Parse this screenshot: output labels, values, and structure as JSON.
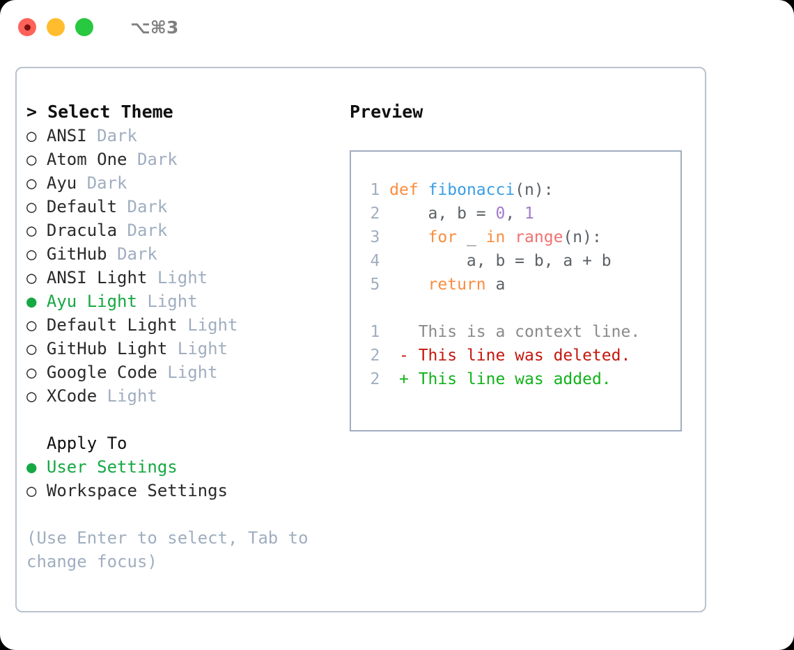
{
  "titlebar": {
    "traffic_lights": [
      "close",
      "minimize",
      "maximize"
    ],
    "shortcut": "⌥⌘3"
  },
  "left": {
    "header": "> Select Theme",
    "themes": [
      {
        "bullet": "○",
        "name": "ANSI",
        "variant": "Dark",
        "selected": false
      },
      {
        "bullet": "○",
        "name": "Atom One",
        "variant": "Dark",
        "selected": false
      },
      {
        "bullet": "○",
        "name": "Ayu",
        "variant": "Dark",
        "selected": false
      },
      {
        "bullet": "○",
        "name": "Default",
        "variant": "Dark",
        "selected": false
      },
      {
        "bullet": "○",
        "name": "Dracula",
        "variant": "Dark",
        "selected": false
      },
      {
        "bullet": "○",
        "name": "GitHub",
        "variant": "Dark",
        "selected": false
      },
      {
        "bullet": "○",
        "name": "ANSI Light",
        "variant": "Light",
        "selected": false
      },
      {
        "bullet": "●",
        "name": "Ayu Light",
        "variant": "Light",
        "selected": true
      },
      {
        "bullet": "○",
        "name": "Default Light",
        "variant": "Light",
        "selected": false
      },
      {
        "bullet": "○",
        "name": "GitHub Light",
        "variant": "Light",
        "selected": false
      },
      {
        "bullet": "○",
        "name": "Google Code",
        "variant": "Light",
        "selected": false
      },
      {
        "bullet": "○",
        "name": "XCode",
        "variant": "Light",
        "selected": false
      }
    ],
    "apply_to_header": "  Apply To",
    "apply_to": [
      {
        "bullet": "●",
        "name": "User Settings",
        "selected": true
      },
      {
        "bullet": "○",
        "name": "Workspace Settings",
        "selected": false
      }
    ],
    "hint": "(Use Enter to select, Tab to change focus)"
  },
  "right": {
    "preview_label": "Preview",
    "code": {
      "lines": [
        {
          "num": "1",
          "tokens": [
            {
              "t": "def",
              "c": "kw"
            },
            {
              "t": " ",
              "c": "pun"
            },
            {
              "t": "fibonacci",
              "c": "fn"
            },
            {
              "t": "(n):",
              "c": "pun"
            }
          ]
        },
        {
          "num": "2",
          "tokens": [
            {
              "t": "    a, b = ",
              "c": "var"
            },
            {
              "t": "0",
              "c": "num"
            },
            {
              "t": ", ",
              "c": "pun"
            },
            {
              "t": "1",
              "c": "num"
            }
          ]
        },
        {
          "num": "3",
          "tokens": [
            {
              "t": "    ",
              "c": "pun"
            },
            {
              "t": "for",
              "c": "kw"
            },
            {
              "t": " _ ",
              "c": "var"
            },
            {
              "t": "in",
              "c": "kw"
            },
            {
              "t": " ",
              "c": "pun"
            },
            {
              "t": "range",
              "c": "bi"
            },
            {
              "t": "(n):",
              "c": "pun"
            }
          ]
        },
        {
          "num": "4",
          "tokens": [
            {
              "t": "        a, b = b, a + b",
              "c": "var"
            }
          ]
        },
        {
          "num": "5",
          "tokens": [
            {
              "t": "    ",
              "c": "pun"
            },
            {
              "t": "return",
              "c": "kw"
            },
            {
              "t": " a",
              "c": "var"
            }
          ]
        }
      ],
      "diff": [
        {
          "num": "1",
          "marker": " ",
          "text": " This is a context line.",
          "kind": "ctx"
        },
        {
          "num": "2",
          "marker": "-",
          "text": " This line was deleted.",
          "kind": "del"
        },
        {
          "num": "2",
          "marker": "+",
          "text": " This line was added.",
          "kind": "add"
        }
      ]
    }
  },
  "colors": {
    "accent_green": "#16a843",
    "muted": "#a0aec0",
    "keyword": "#fa8d3e",
    "function": "#399ee6",
    "number": "#a37acc",
    "builtin": "#f07171",
    "diff_delete": "#c4170c",
    "diff_add": "#11b21a",
    "border": "#a0aec0",
    "traffic_red": "#ff6259",
    "traffic_yellow": "#ffbd2e",
    "traffic_green": "#28c840"
  }
}
